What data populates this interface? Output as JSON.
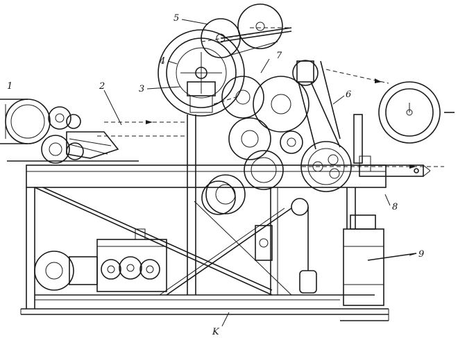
{
  "labels": {
    "l1": "1",
    "l2": "2",
    "l3": "3",
    "l4": "4",
    "l5": "5",
    "l6": "6",
    "l7": "7",
    "l8": "8",
    "l9": "9",
    "l10": "K"
  }
}
